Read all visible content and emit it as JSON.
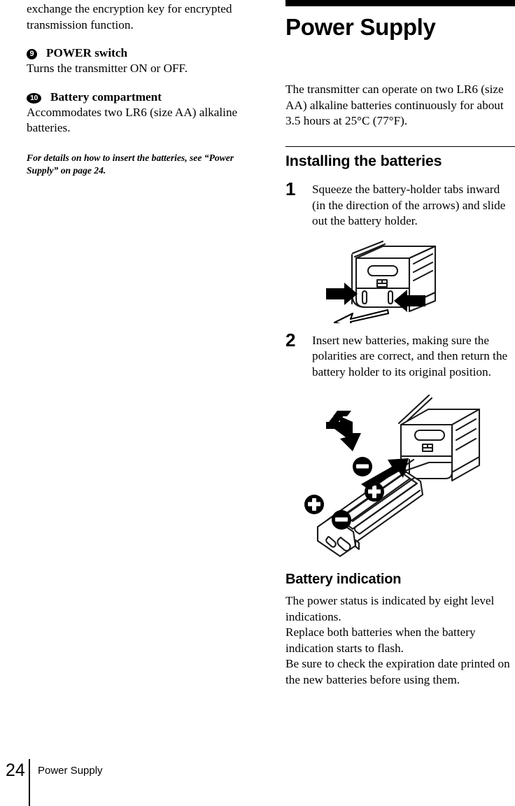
{
  "page": {
    "number": "24",
    "running_head": "Power Supply"
  },
  "left_column": {
    "continued_paragraph": "exchange the encryption key for encrypted transmission function.",
    "items": [
      {
        "marker": "9",
        "marker_type": "one-digit",
        "title": "POWER switch",
        "description": "Turns the transmitter ON or OFF."
      },
      {
        "marker": "10",
        "marker_type": "two-digit",
        "title": "Battery compartment",
        "description": "Accommodates two LR6 (size AA) alkaline batteries."
      }
    ],
    "note": "For details on how to insert the batteries, see “Power Supply” on page 24."
  },
  "right_column": {
    "chapter_title": "Power Supply",
    "intro": "The transmitter can operate on two LR6 (size AA) alkaline batteries continuously for about 3.5 hours at 25°C (77°F).",
    "section_heading": "Installing the batteries",
    "steps": [
      {
        "number": "1",
        "text": "Squeeze the battery-holder tabs inward (in the direction of the arrows) and slide out the battery holder."
      },
      {
        "number": "2",
        "text": "Insert new batteries, making sure the polarities are correct, and then return the battery holder to its original position."
      }
    ],
    "battery_indication": {
      "heading": "Battery indication",
      "lines": [
        "The power status is indicated by eight level indications.",
        "Replace both batteries when the battery indication starts to flash.",
        "Be sure to check the expiration date printed on the new batteries before using them."
      ]
    }
  },
  "colors": {
    "ink": "#000000",
    "paper": "#ffffff"
  }
}
